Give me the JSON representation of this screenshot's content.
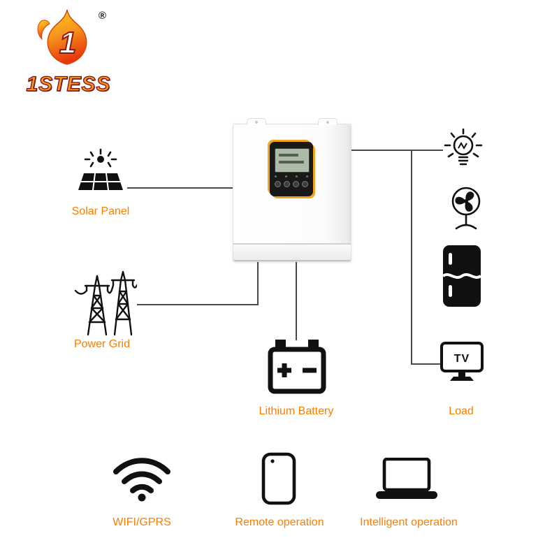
{
  "page": {
    "background": "#ffffff"
  },
  "logo": {
    "brand": "1STESS",
    "registered": "®",
    "flame_numeral": "1",
    "colors": {
      "flame_top": "#FFD21E",
      "flame_mid": "#F7941D",
      "flame_bottom": "#E8380D",
      "text_fill": "#F7941D",
      "text_outline": "#7A1212"
    }
  },
  "device": {
    "name": "hybrid solar inverter",
    "panel_accent": "#F2A51E"
  },
  "nodes": {
    "solar": {
      "label": "Solar Panel"
    },
    "grid": {
      "label": "Power Grid"
    },
    "battery": {
      "label": "Lithium Battery"
    },
    "load": {
      "label": "Load",
      "tv_label": "TV"
    },
    "wifi": {
      "label": "WIFI/GPRS"
    },
    "remote": {
      "label": "Remote operation"
    },
    "intelligent": {
      "label": "Intelligent operation"
    }
  },
  "colors": {
    "label_text": "#FA7E00",
    "connector": "#4A4A4A",
    "icon": "#111111"
  }
}
